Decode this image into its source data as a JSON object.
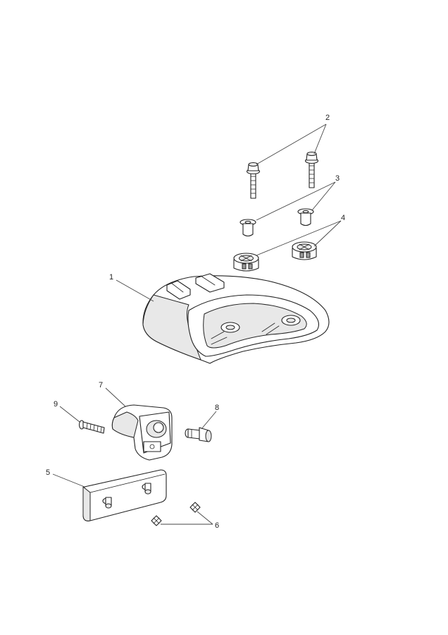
{
  "callouts": [
    {
      "id": "1",
      "label": "1"
    },
    {
      "id": "2",
      "label": "2"
    },
    {
      "id": "3",
      "label": "3"
    },
    {
      "id": "4",
      "label": "4"
    },
    {
      "id": "5",
      "label": "5"
    },
    {
      "id": "6",
      "label": "6"
    },
    {
      "id": "7",
      "label": "7"
    },
    {
      "id": "8",
      "label": "8"
    },
    {
      "id": "9",
      "label": "9"
    }
  ],
  "parts": [
    {
      "callout": "1",
      "icon": "rear-light-housing-icon"
    },
    {
      "callout": "2",
      "icon": "flanged-bolt-icon"
    },
    {
      "callout": "3",
      "icon": "spacer-sleeve-icon"
    },
    {
      "callout": "4",
      "icon": "rubber-grommet-icon"
    },
    {
      "callout": "5",
      "icon": "licence-plate-light-lens-icon"
    },
    {
      "callout": "6",
      "icon": "push-nut-icon"
    },
    {
      "callout": "7",
      "icon": "licence-plate-light-housing-icon"
    },
    {
      "callout": "8",
      "icon": "bulb-holder-icon"
    },
    {
      "callout": "9",
      "icon": "screw-icon"
    }
  ]
}
